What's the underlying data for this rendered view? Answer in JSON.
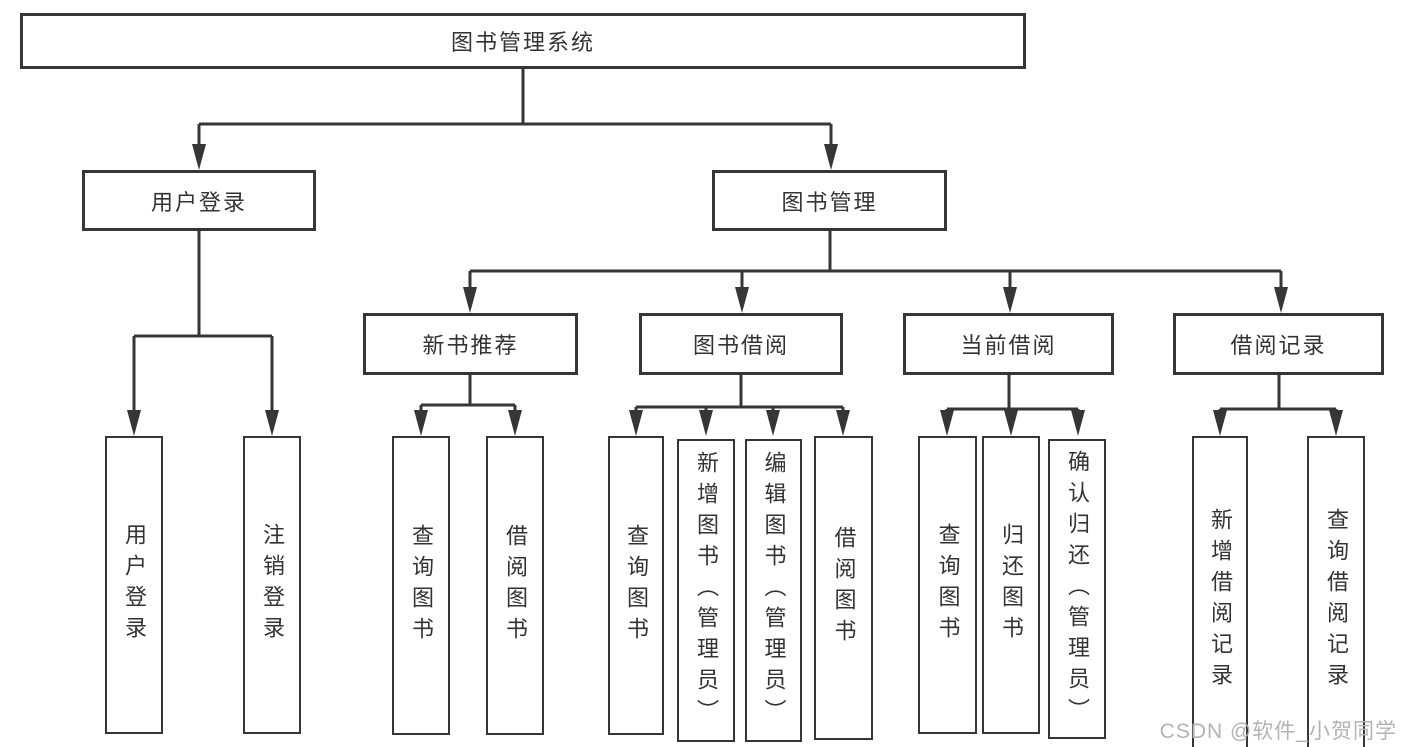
{
  "colors": {
    "line": "#363636",
    "text": "#333333",
    "background": "#ffffff",
    "watermark": "#b3b3b3"
  },
  "watermark": {
    "text": "CSDN @软件_小贺同学"
  },
  "tree": {
    "root": {
      "label": "图书管理系统"
    },
    "branches": [
      {
        "label": "用户登录",
        "children": [
          {
            "label": "用户登录"
          },
          {
            "label": "注销登录"
          }
        ]
      },
      {
        "label": "图书管理",
        "children": [
          {
            "label": "新书推荐",
            "children": [
              {
                "label": "查询图书"
              },
              {
                "label": "借阅图书"
              }
            ]
          },
          {
            "label": "图书借阅",
            "children": [
              {
                "label": "查询图书"
              },
              {
                "label": "新增图书（管理员）"
              },
              {
                "label": "编辑图书（管理员）"
              },
              {
                "label": "借阅图书"
              }
            ]
          },
          {
            "label": "当前借阅",
            "children": [
              {
                "label": "查询图书"
              },
              {
                "label": "归还图书"
              },
              {
                "label": "确认归还（管理员）"
              }
            ]
          },
          {
            "label": "借阅记录",
            "children": [
              {
                "label": "新增借阅记录"
              },
              {
                "label": "查询借阅记录"
              }
            ]
          }
        ]
      }
    ]
  }
}
